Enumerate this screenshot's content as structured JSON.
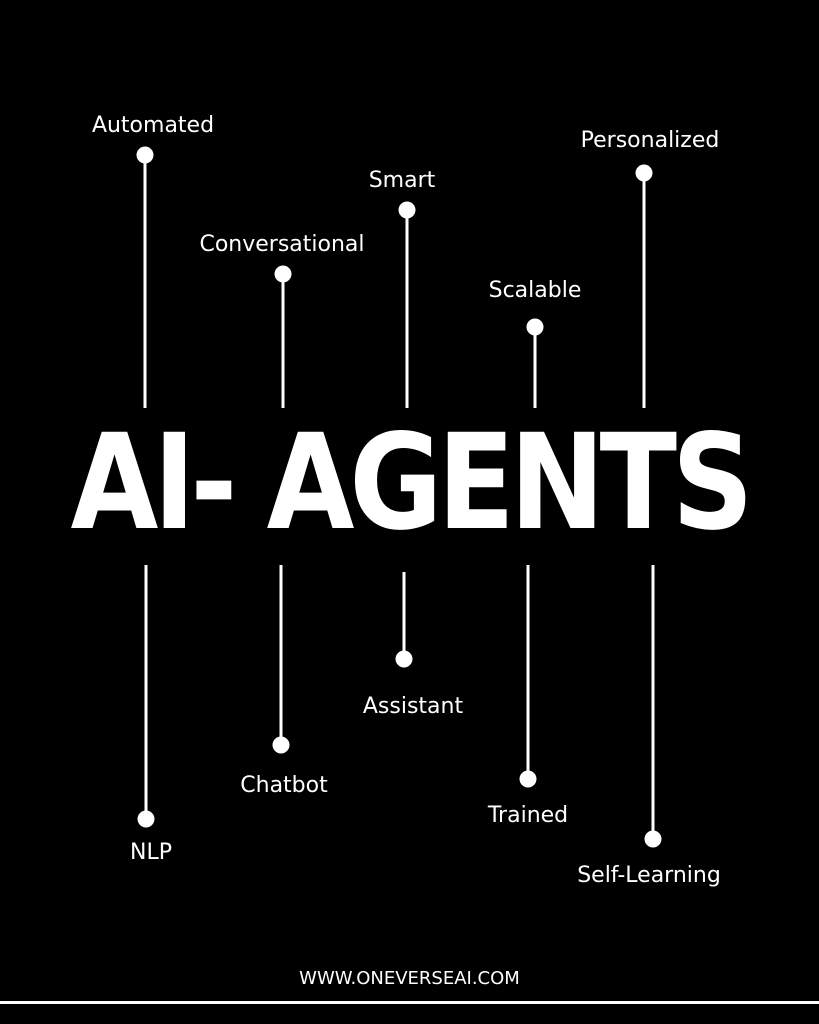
{
  "title": "AI- AGENTS",
  "footer": "WWW.ONEVERSEAI.COM",
  "colors": {
    "background": "#000000",
    "foreground": "#ffffff"
  },
  "nodes": {
    "automated": "Automated",
    "conversational": "Conversational",
    "smart": "Smart",
    "scalable": "Scalable",
    "personalized": "Personalized",
    "nlp": "NLP",
    "chatbot": "Chatbot",
    "assistant": "Assistant",
    "trained": "Trained",
    "self_learning": "Self-Learning"
  }
}
